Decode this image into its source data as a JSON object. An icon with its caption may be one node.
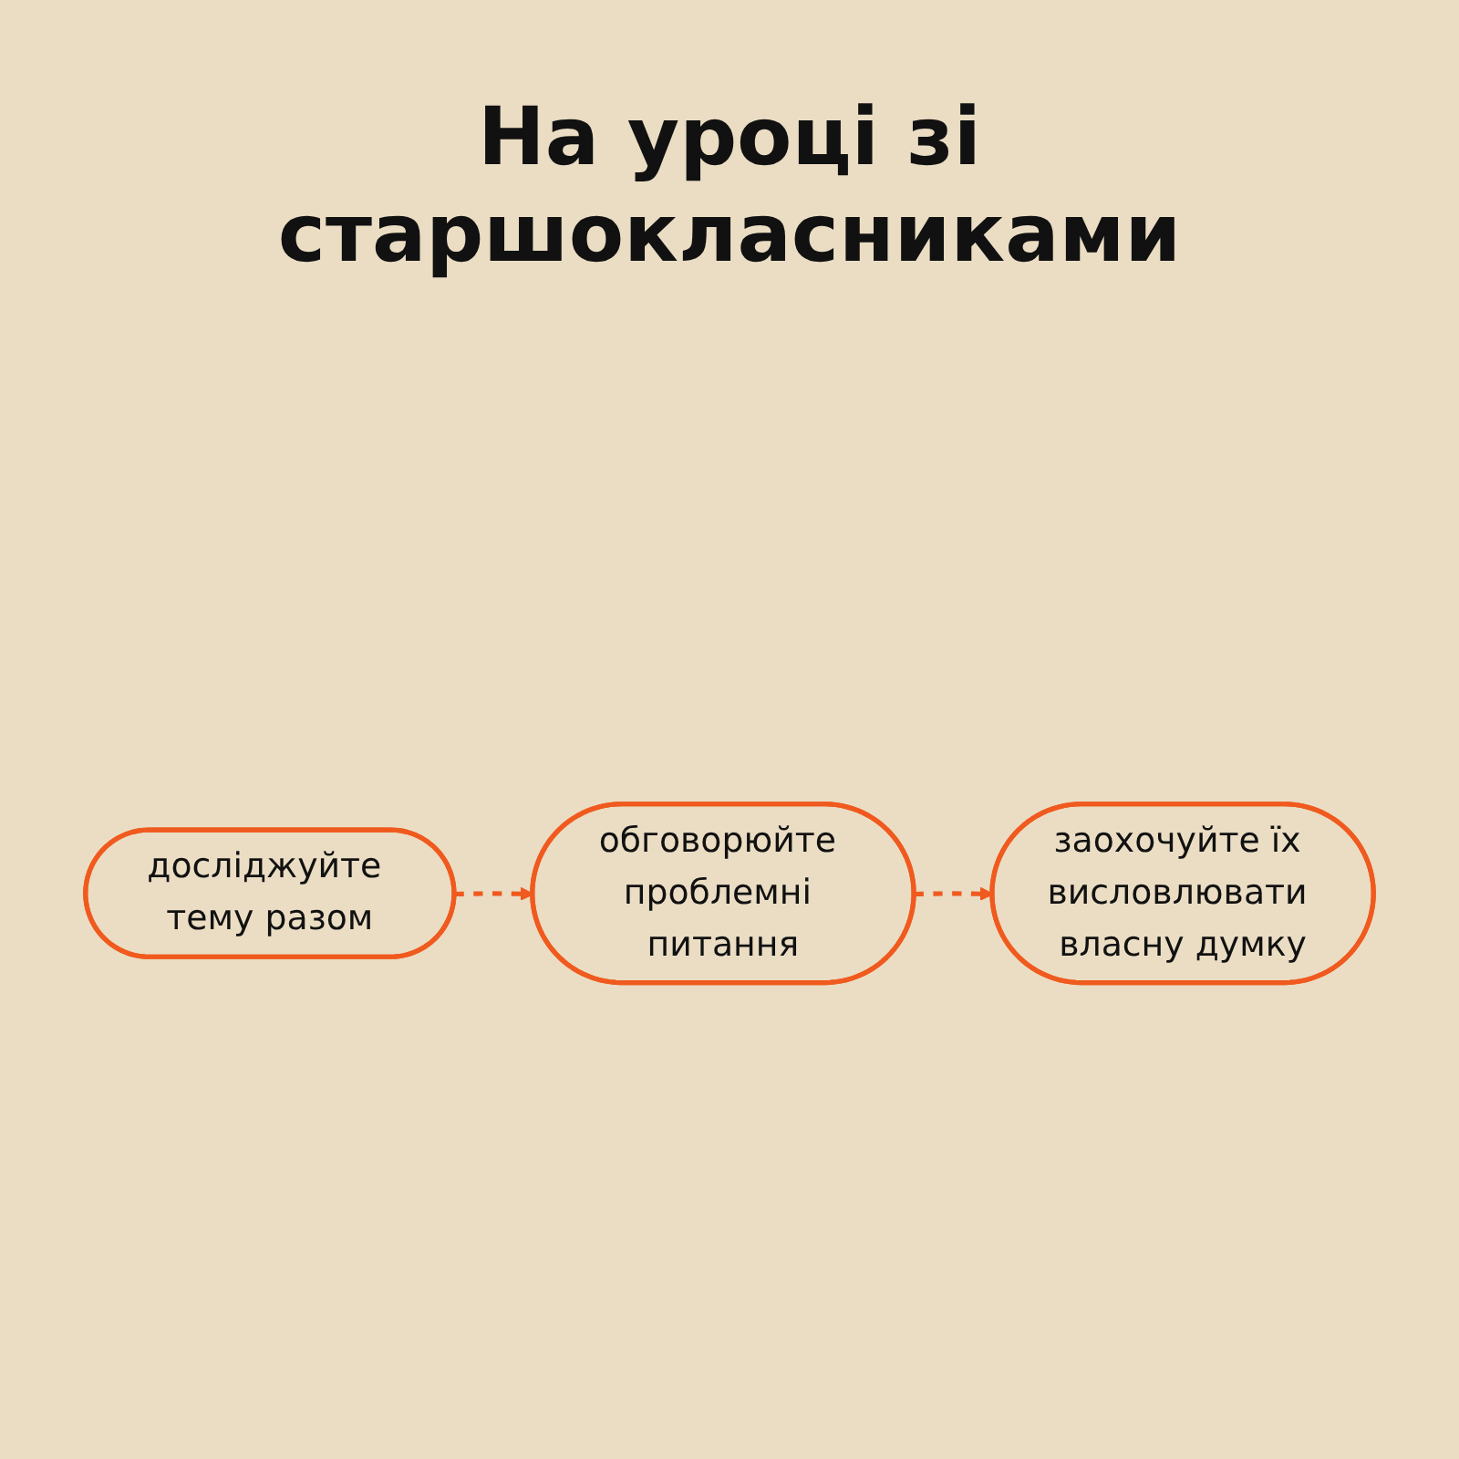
{
  "diagram": {
    "title": "На уроці зі старшокласниками",
    "nodes": [
      {
        "text": [
          "досліджуйте тему разом"
        ]
      },
      {
        "text": [
          "обговорюйте проблемні питання"
        ]
      },
      {
        "text": [
          "заохочуйте їх висловлювати власну думку"
        ]
      }
    ],
    "edges": [
      {
        "from": 0,
        "to": 1,
        "arrow": "to",
        "style": "dashed"
      },
      {
        "from": 1,
        "to": 2,
        "arrow": "to",
        "style": "dashed"
      }
    ]
  }
}
